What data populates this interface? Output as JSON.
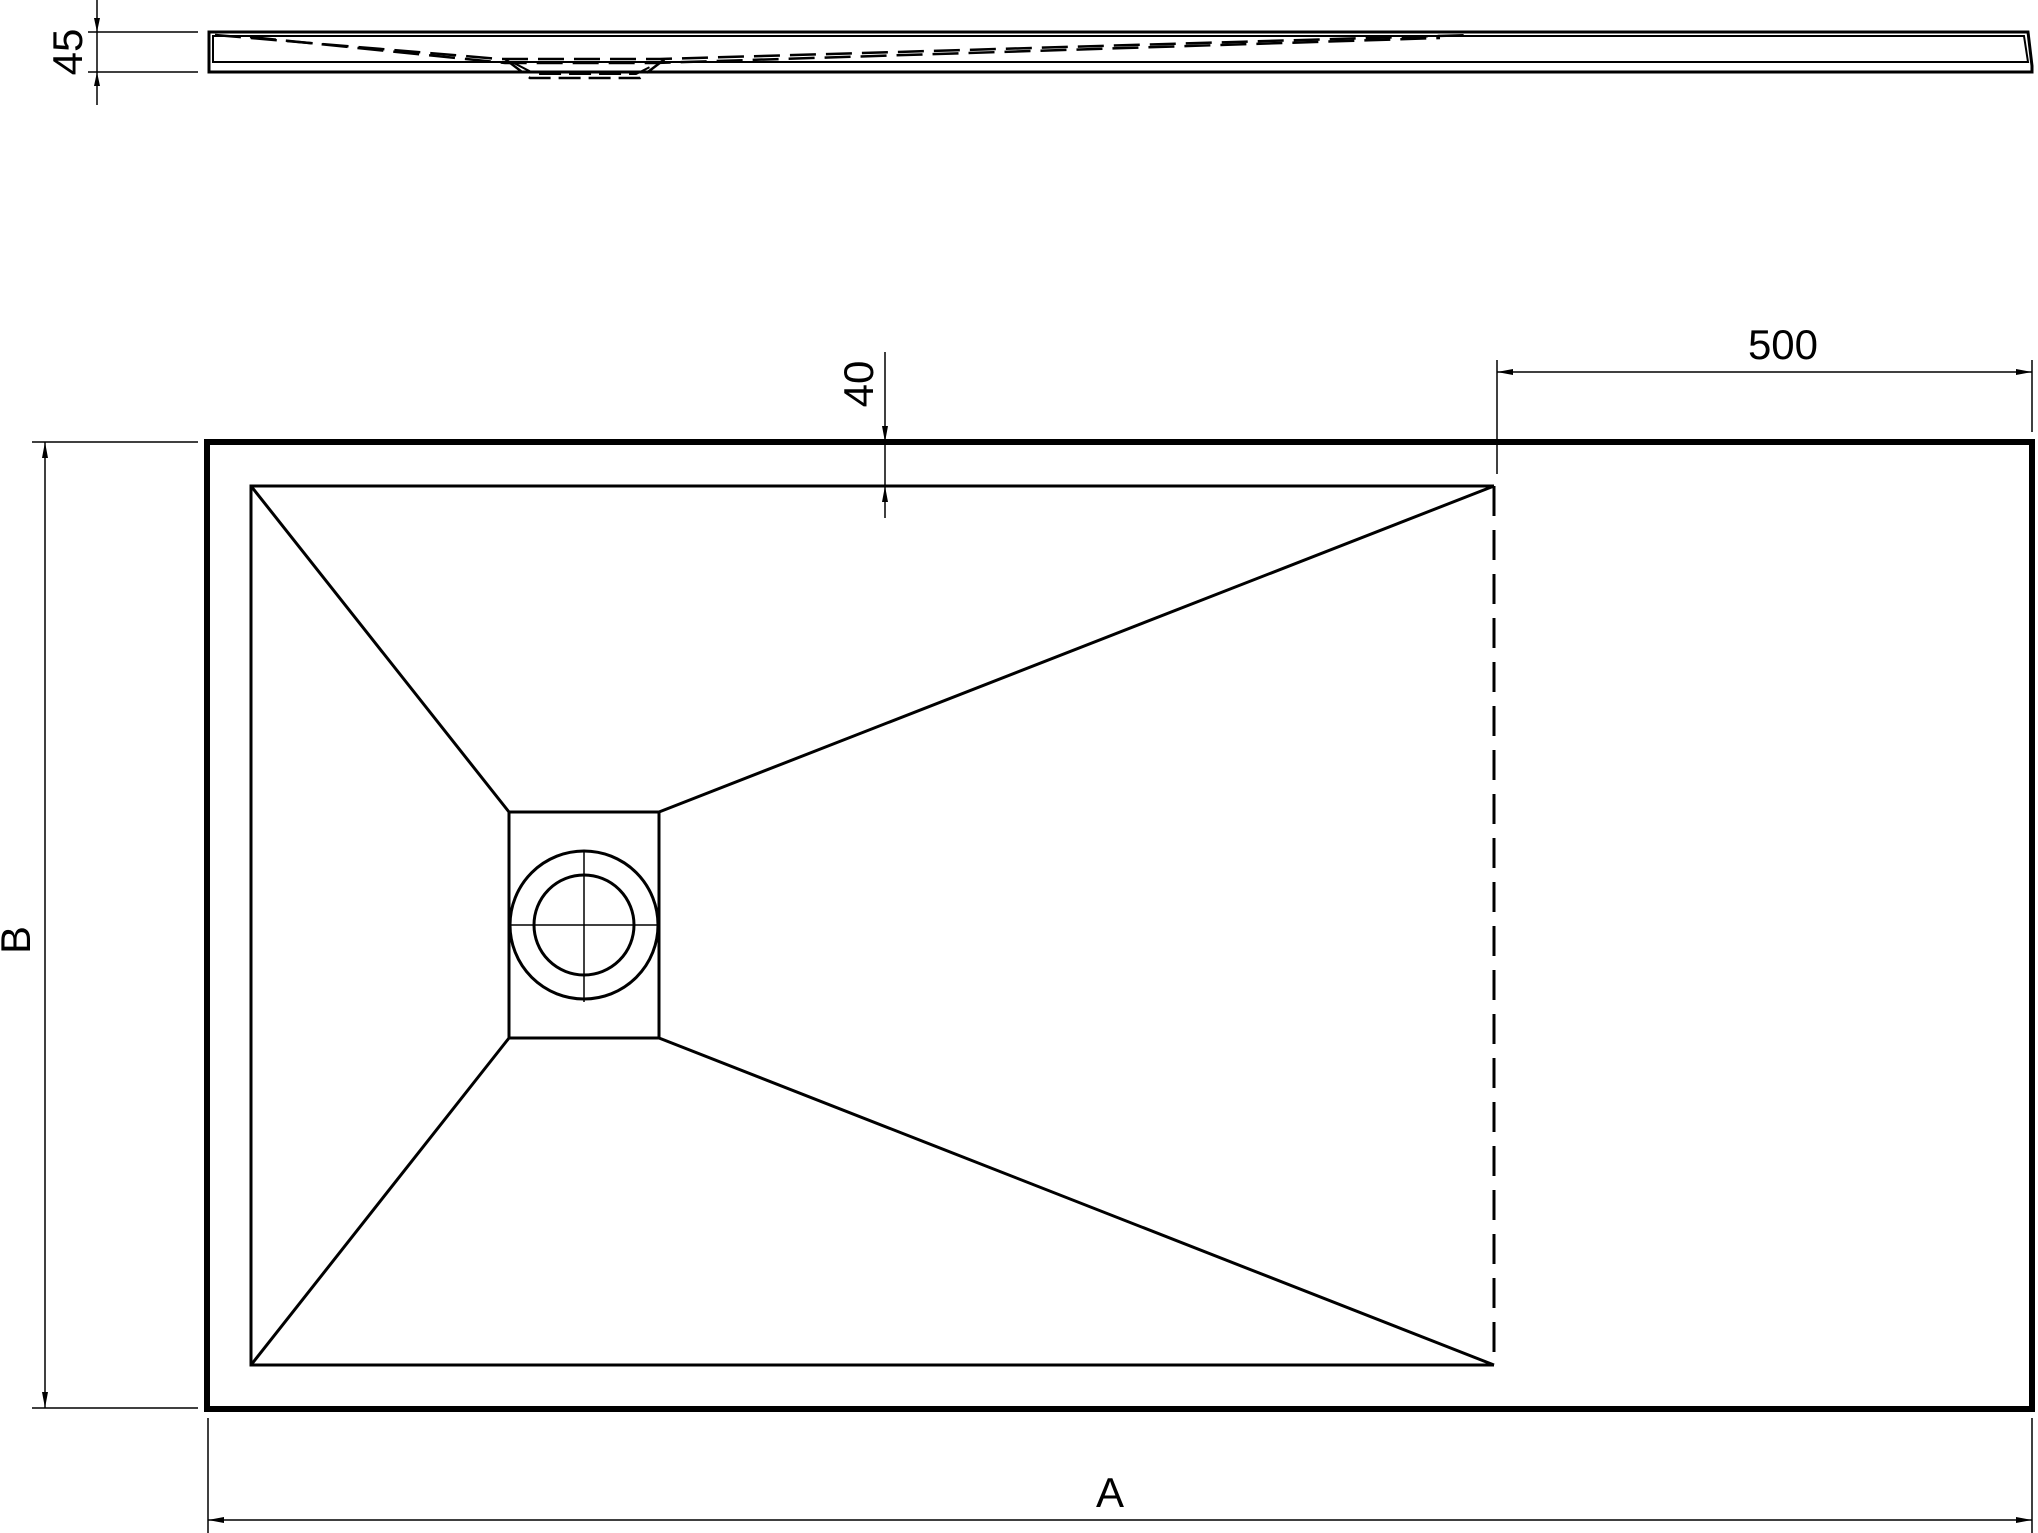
{
  "labels": {
    "height_dim": "45",
    "rim_dim": "40",
    "shelf_dim": "500",
    "width_dim": "A",
    "depth_dim": "B"
  },
  "colors": {
    "line": "#000000",
    "background": "#ffffff"
  }
}
